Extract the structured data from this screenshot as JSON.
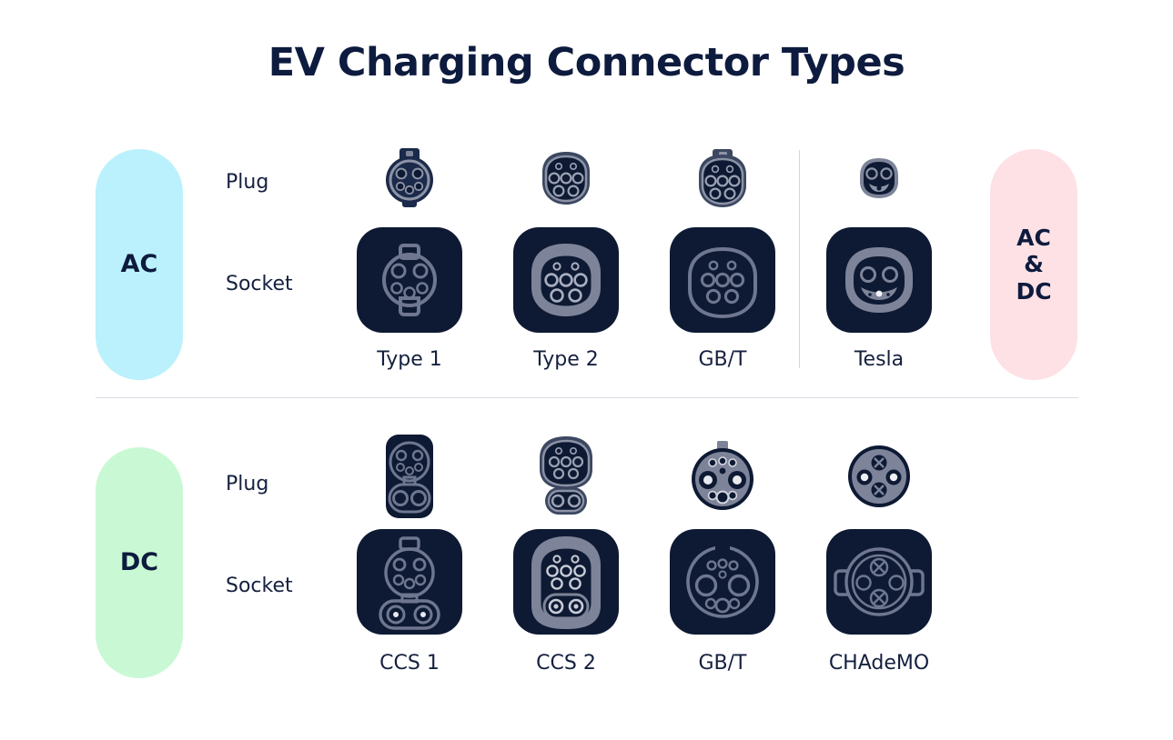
{
  "title": "EV Charging Connector Types",
  "colors": {
    "navy": "#0d1b3e",
    "icon_dark": "#0e1a33",
    "icon_gray": "#7d8499",
    "ac_pill": "#bbf1fc",
    "dc_pill": "#c9f9d4",
    "acdc_pill": "#fde1e5",
    "divider": "#d8dce2",
    "background": "#ffffff"
  },
  "badges": {
    "ac": "AC",
    "dc": "DC",
    "acdc_line1": "AC",
    "acdc_line2": "&",
    "acdc_line3": "DC"
  },
  "row_labels": {
    "plug": "Plug",
    "socket": "Socket"
  },
  "sections": [
    {
      "id": "ac",
      "badge": "AC",
      "right_badge": "AC & DC",
      "connectors": [
        {
          "name": "Type 1",
          "icon": "type1-connector-icon",
          "plug_icon": "type1-plug-icon",
          "socket_icon": "type1-socket-icon"
        },
        {
          "name": "Type 2",
          "icon": "type2-connector-icon",
          "plug_icon": "type2-plug-icon",
          "socket_icon": "type2-socket-icon"
        },
        {
          "name": "GB/T",
          "icon": "gbt-ac-connector-icon",
          "plug_icon": "gbt-ac-plug-icon",
          "socket_icon": "gbt-ac-socket-icon"
        },
        {
          "name": "Tesla",
          "icon": "tesla-connector-icon",
          "plug_icon": "tesla-plug-icon",
          "socket_icon": "tesla-socket-icon"
        }
      ]
    },
    {
      "id": "dc",
      "badge": "DC",
      "right_badge": "",
      "connectors": [
        {
          "name": "CCS 1",
          "icon": "ccs1-connector-icon",
          "plug_icon": "ccs1-plug-icon",
          "socket_icon": "ccs1-socket-icon"
        },
        {
          "name": "CCS 2",
          "icon": "ccs2-connector-icon",
          "plug_icon": "ccs2-plug-icon",
          "socket_icon": "ccs2-socket-icon"
        },
        {
          "name": "GB/T",
          "icon": "gbt-dc-connector-icon",
          "plug_icon": "gbt-dc-plug-icon",
          "socket_icon": "gbt-dc-socket-icon"
        },
        {
          "name": "CHAdeMO",
          "icon": "chademo-connector-icon",
          "plug_icon": "chademo-plug-icon",
          "socket_icon": "chademo-socket-icon"
        }
      ]
    }
  ]
}
